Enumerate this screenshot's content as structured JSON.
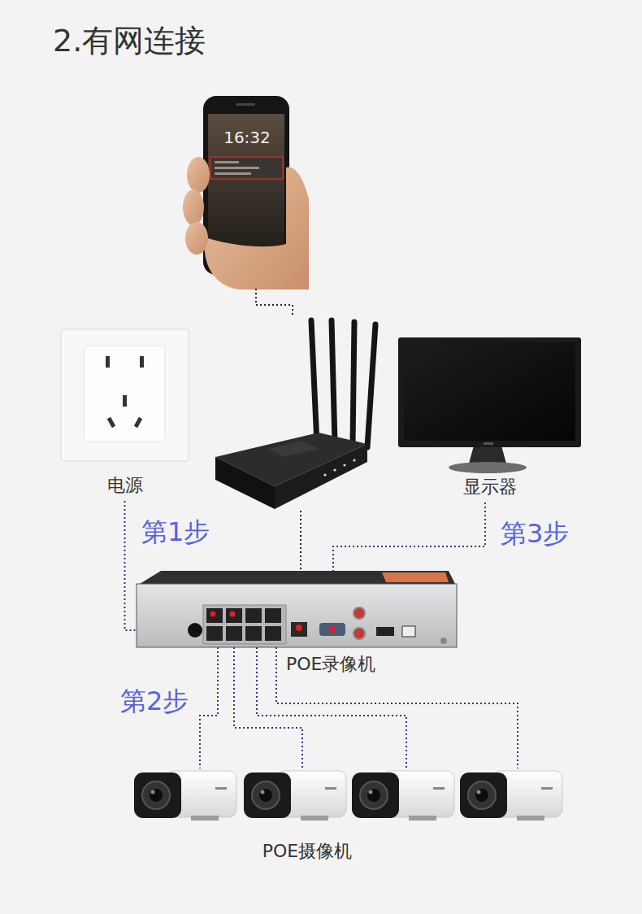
{
  "diagram": {
    "title": "2.有网连接",
    "nodes": [
      {
        "text": [
          "16:32"
        ]
      },
      {
        "text": []
      },
      {
        "text": [
          "电源"
        ]
      },
      {
        "text": [
          "显示器"
        ]
      },
      {
        "text": [
          "POE录像机"
        ]
      },
      {
        "text": []
      },
      {
        "text": []
      },
      {
        "text": []
      },
      {
        "text": []
      }
    ],
    "edges": [
      {
        "from": 0,
        "to": 1,
        "arrow": "none"
      },
      {
        "from": 1,
        "to": 4,
        "arrow": "none"
      },
      {
        "from": 2,
        "to": 4,
        "arrow": "none",
        "label": "第1步"
      },
      {
        "from": 4,
        "to": 5,
        "arrow": "none",
        "label": "第2步"
      },
      {
        "from": 4,
        "to": 6,
        "arrow": "none"
      },
      {
        "from": 4,
        "to": 7,
        "arrow": "none"
      },
      {
        "from": 4,
        "to": 8,
        "arrow": "none"
      },
      {
        "from": 3,
        "to": 4,
        "arrow": "none",
        "label": "第3步"
      }
    ],
    "labels": [
      "POE摄像机"
    ]
  }
}
